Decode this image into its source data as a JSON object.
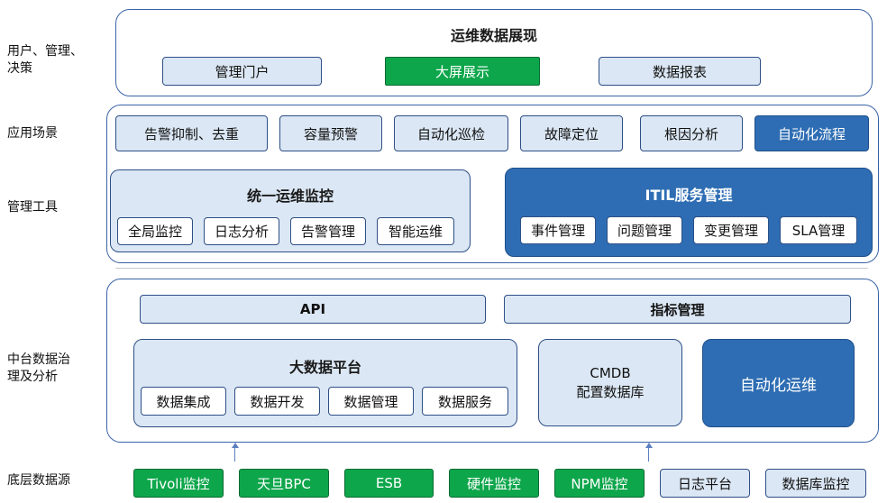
{
  "layers": {
    "users": "用户、管理、\n决策",
    "apps": "应用场景",
    "tools": "管理工具",
    "middle": "中台数据治\n理及分析",
    "sources": "底层数据源"
  },
  "top": {
    "title": "运维数据展现",
    "items": [
      "管理门户",
      "大屏展示",
      "数据报表"
    ]
  },
  "scenarios": [
    "告警抑制、去重",
    "容量预警",
    "自动化巡检",
    "故障定位",
    "根因分析",
    "自动化流程"
  ],
  "monitor": {
    "title": "统一运维监控",
    "items": [
      "全局监控",
      "日志分析",
      "告警管理",
      "智能运维"
    ]
  },
  "itil": {
    "title": "ITIL服务管理",
    "items": [
      "事件管理",
      "问题管理",
      "变更管理",
      "SLA管理"
    ]
  },
  "middle": {
    "api": "API",
    "metrics": "指标管理",
    "bigdata": {
      "title": "大数据平台",
      "items": [
        "数据集成",
        "数据开发",
        "数据管理",
        "数据服务"
      ]
    },
    "cmdb": {
      "line1": "CMDB",
      "line2": "配置数据库"
    },
    "automation": "自动化运维"
  },
  "sources": [
    "Tivoli监控",
    "天旦BPC",
    "ESB",
    "硬件监控",
    "NPM监控",
    "日志平台",
    "数据库监控"
  ],
  "colors": {
    "border": "#3a63a6",
    "light_fill": "#dbe7f4",
    "dark_fill": "#2e6db3",
    "green": "#0ea64b"
  }
}
